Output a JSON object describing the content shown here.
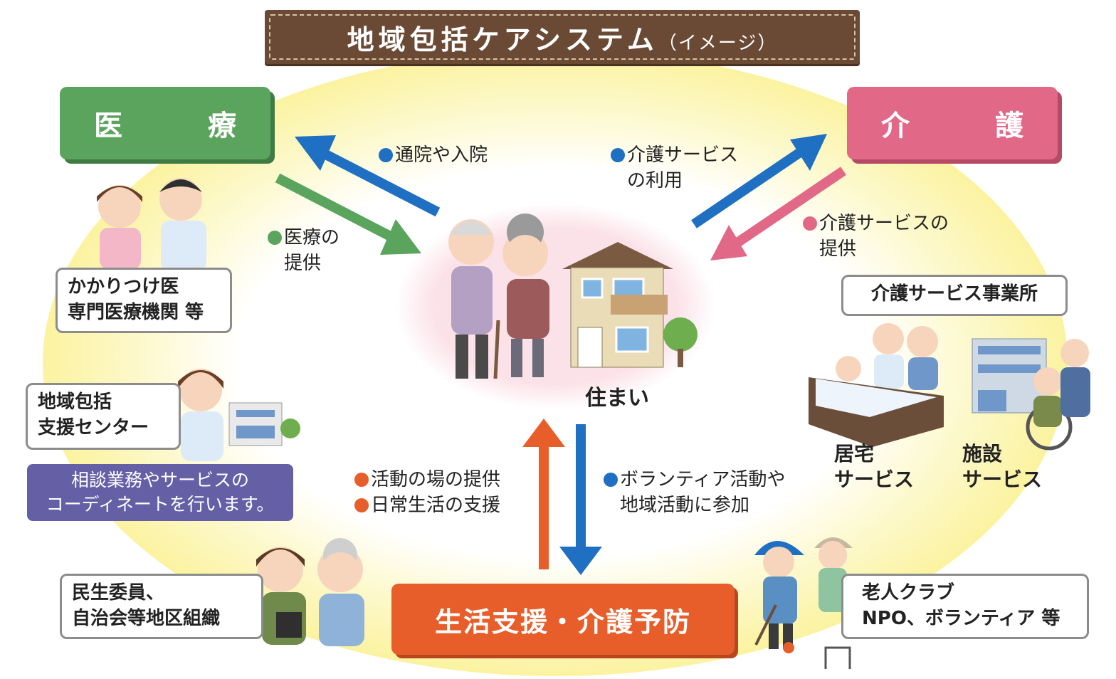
{
  "title": {
    "main": "地域包括ケアシステム",
    "sub": "（イメージ）"
  },
  "categories": {
    "medical": "医　療",
    "care": "介　護",
    "life_support": "生活支援・介護予防"
  },
  "center": {
    "label": "住まい"
  },
  "arrow_labels": {
    "to_medical": "通院や入院",
    "from_medical": [
      "医療の",
      "提供"
    ],
    "to_care": [
      "介護サービス",
      "の利用"
    ],
    "from_care": [
      "介護サービスの",
      "提供"
    ],
    "from_life": [
      "活動の場の提供",
      "日常生活の支援"
    ],
    "to_life": [
      "ボランティア活動や",
      "地域活動に参加"
    ]
  },
  "boxes": {
    "doctor": [
      "かかりつけ医",
      "専門医療機関 等"
    ],
    "center": [
      "地域包括",
      "支援センター"
    ],
    "center_desc": [
      "相談業務やサービスの",
      "コーディネートを行います。"
    ],
    "welfare": [
      "民生委員、",
      "自治会等地区組織"
    ],
    "care_office": "介護サービス事業所",
    "club": [
      "老人クラブ",
      "NPO、ボランティア 等"
    ]
  },
  "services": {
    "home": [
      "居宅",
      "サービス"
    ],
    "facility": [
      "施設",
      "サービス"
    ]
  },
  "colors": {
    "medical": "#5aa45e",
    "care": "#e26887",
    "life": "#e85e2a",
    "blue": "#1f6fc2",
    "purple": "#6560a6",
    "banner": "#6b4a35"
  }
}
